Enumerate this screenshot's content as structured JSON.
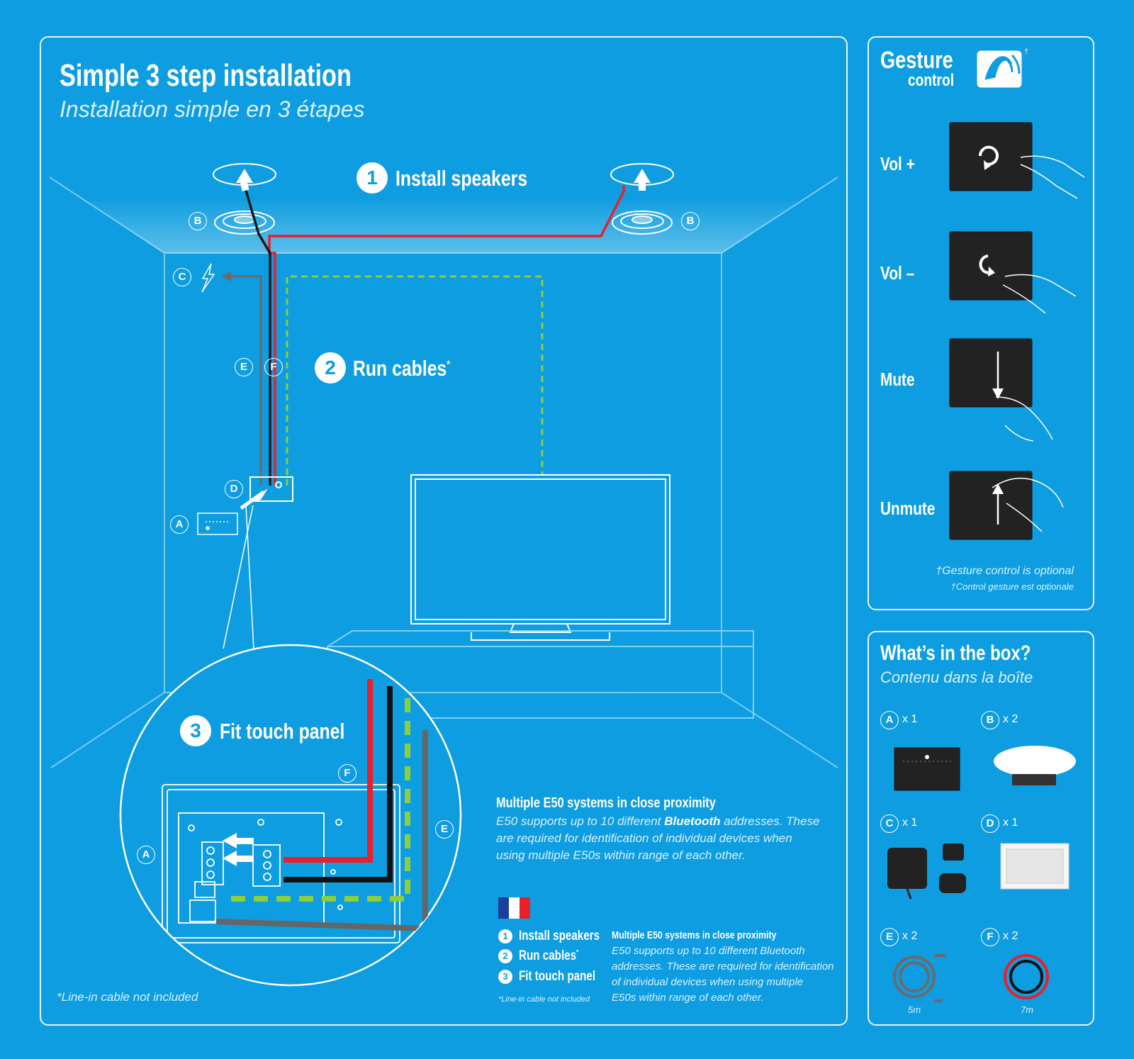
{
  "main": {
    "title": "Simple 3 step installation",
    "subtitle": "Installation simple en 3 étapes",
    "steps": [
      {
        "num": "1",
        "label": "Install speakers"
      },
      {
        "num": "2",
        "label": "Run cables",
        "mark": "*"
      },
      {
        "num": "3",
        "label": "Fit touch panel"
      }
    ],
    "letters": [
      "A",
      "B",
      "C",
      "D",
      "E",
      "F"
    ],
    "footnote": "*Line-in cable not included",
    "proximity_title": "Multiple E50 systems in close proximity",
    "proximity_line1_a": "E50 supports up to 10 different ",
    "proximity_line1_b": "Bluetooth",
    "proximity_line1_c": " addresses. These",
    "proximity_line2": "are required for identification of individual devices when",
    "proximity_line3": "using multiple E50s within range of each other.",
    "fr": {
      "steps": [
        "Install speakers",
        "Run cables",
        "Fit touch panel"
      ],
      "mark": "*",
      "footnote": "*Line-in cable not included",
      "prox_title": "Multiple E50 systems in close proximity",
      "prox_lines": [
        "E50 supports up to 10 different Bluetooth",
        "addresses. These are required for identification",
        "of individual devices when using multiple",
        "E50s within range of each other."
      ]
    }
  },
  "gesture": {
    "title": "Gesture",
    "title2": "control",
    "mark": "†",
    "items": [
      "Vol +",
      "Vol –",
      "Mute",
      "Unmute"
    ],
    "note1": "†Gesture control is optional",
    "note2": "†Control gesture est optionale"
  },
  "box": {
    "title": "What’s in the box?",
    "subtitle": "Contenu dans la boîte",
    "items": [
      {
        "letter": "A",
        "qty": "x 1",
        "len": ""
      },
      {
        "letter": "B",
        "qty": "x 2",
        "len": ""
      },
      {
        "letter": "C",
        "qty": "x 1",
        "len": ""
      },
      {
        "letter": "D",
        "qty": "x 1",
        "len": ""
      },
      {
        "letter": "E",
        "qty": "x 2",
        "len": "5m"
      },
      {
        "letter": "F",
        "qty": "x 2",
        "len": "7m"
      }
    ]
  },
  "colors": {
    "background": "#0d9de0",
    "red_cable": "#e8202a",
    "black_cable": "#1a1a1a",
    "green_cable": "#8ccf3a",
    "grey_cable": "#6b6b6b",
    "panel_dark": "#222222"
  }
}
